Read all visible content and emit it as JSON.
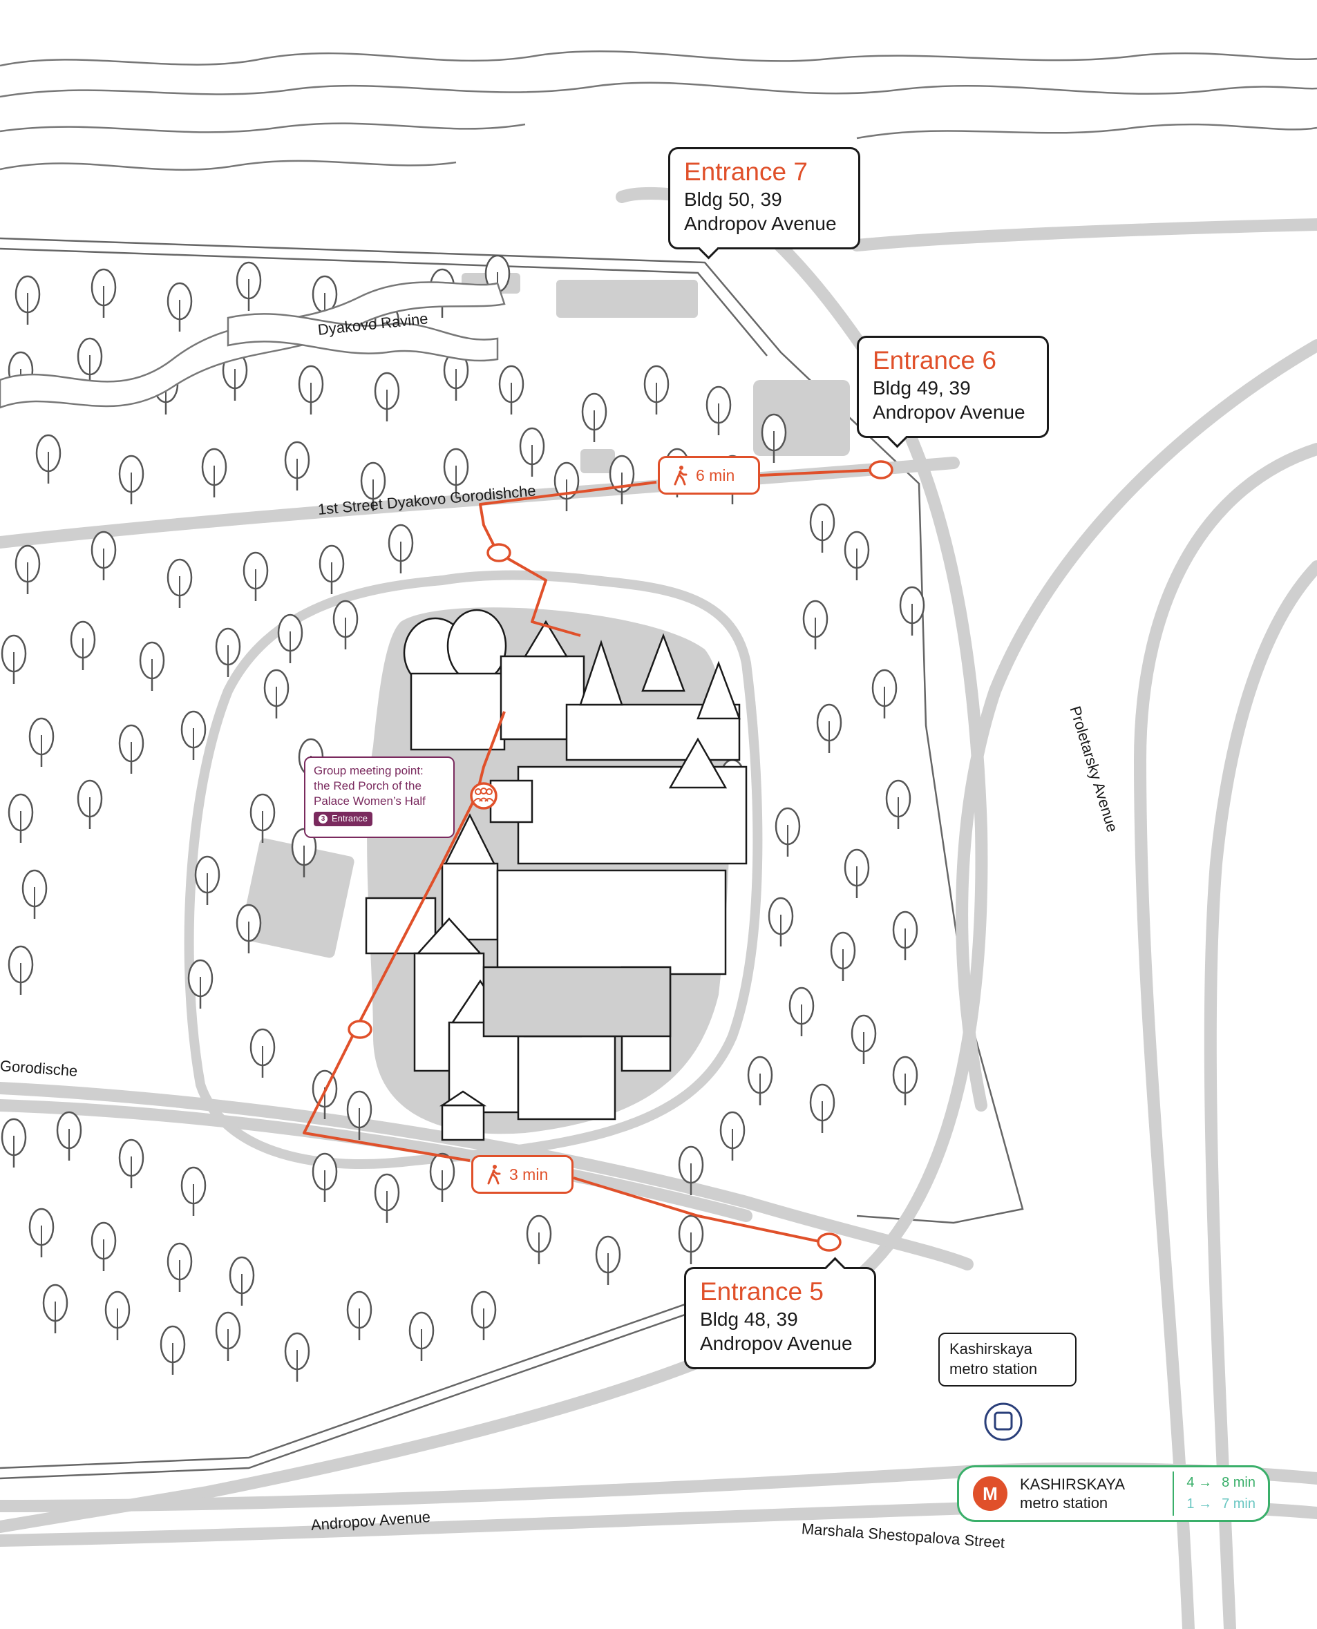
{
  "colors": {
    "road": "#cfcfcf",
    "outline": "#555555",
    "route": "#e0502a",
    "meeting": "#7a2a5e",
    "metro_green": "#3aaf6a",
    "metro_teal": "#6ac7c2",
    "bus": "#2a3f7a"
  },
  "entrances": [
    {
      "title": "Entrance 7",
      "line1": "Bldg 50, 39",
      "line2": "Andropov Avenue"
    },
    {
      "title": "Entrance 6",
      "line1": "Bldg 49, 39",
      "line2": "Andropov Avenue"
    },
    {
      "title": "Entrance 5",
      "line1": "Bldg 48, 39",
      "line2": "Andropov Avenue"
    }
  ],
  "walk": [
    {
      "icon": "walking-person-icon",
      "text": "6 min"
    },
    {
      "icon": "walking-person-icon",
      "text": "3 min"
    }
  ],
  "meeting": {
    "line1": "Group meeting point:",
    "line2": "the Red Porch of the",
    "line3": "Palace Women’s Half",
    "badge_num": "3",
    "badge_text": "Entrance",
    "icon": "group-icon"
  },
  "streets": {
    "ravine": "Dyakovo Ravine",
    "first_street": "1st Street Dyakovo Gorodishche",
    "gorodische": "Gorodische",
    "proletarsky": "Proletarsky Avenue",
    "andropov": "Andropov Avenue",
    "shestopalova": "Marshala Shestopalova Street"
  },
  "kashirskaya_bus": {
    "line1": "Kashirskaya",
    "line2": "metro station",
    "icon": "bus-icon"
  },
  "metro": {
    "logo": "M",
    "name": "KASHIRSKAYA",
    "sub": "metro station",
    "line4": "4 →",
    "time4": "8 min",
    "line1": "1 →",
    "time1": "7 min"
  }
}
